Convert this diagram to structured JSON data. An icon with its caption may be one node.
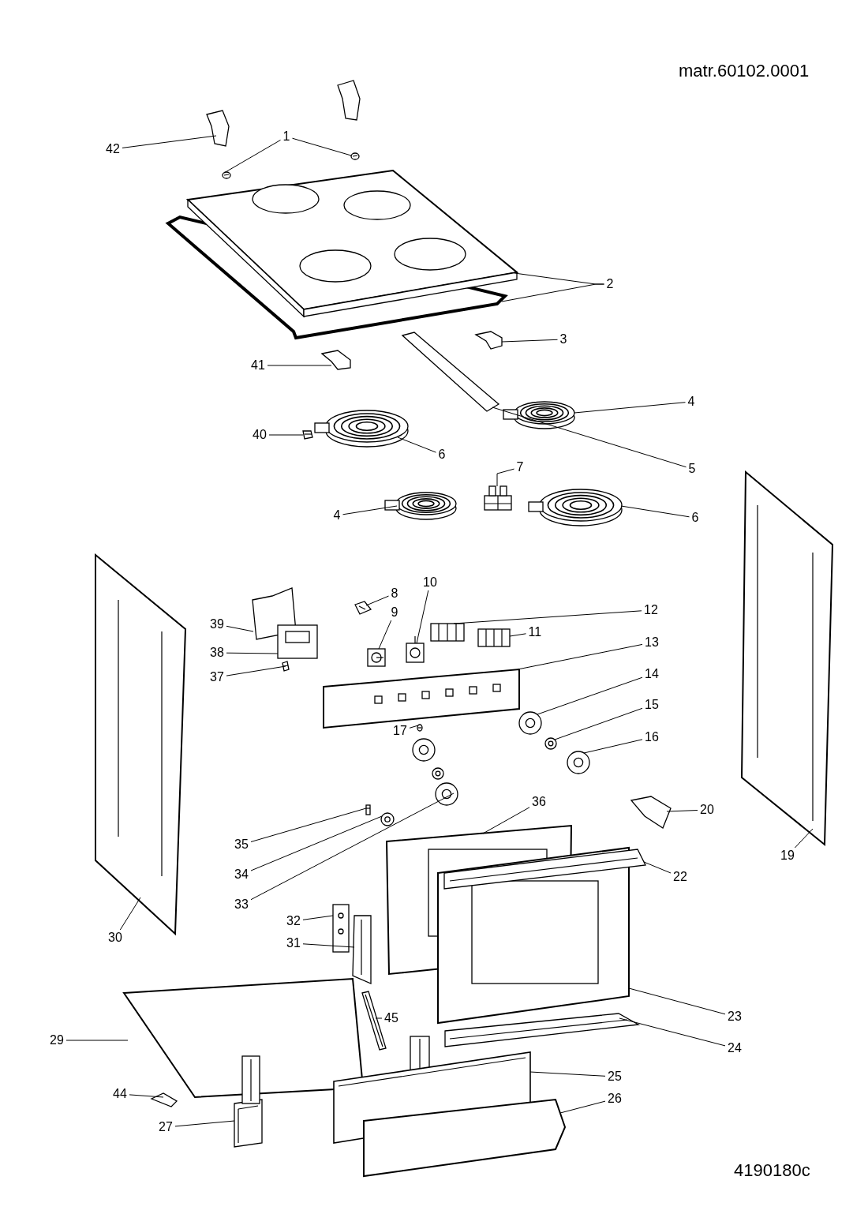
{
  "diagram": {
    "nodes": [
      {
        "text": [
          "42"
        ]
      },
      {
        "text": [
          "1"
        ]
      },
      {
        "text": [
          "2"
        ]
      },
      {
        "text": [
          "3"
        ]
      },
      {
        "text": [
          "41"
        ]
      },
      {
        "text": [
          "4"
        ]
      },
      {
        "text": [
          "40"
        ]
      },
      {
        "text": [
          "6"
        ]
      },
      {
        "text": [
          "5"
        ]
      },
      {
        "text": [
          "7"
        ]
      },
      {
        "text": [
          "4"
        ]
      },
      {
        "text": [
          "6"
        ]
      },
      {
        "text": [
          "10"
        ]
      },
      {
        "text": [
          "8"
        ]
      },
      {
        "text": [
          "12"
        ]
      },
      {
        "text": [
          "9"
        ]
      },
      {
        "text": [
          "39"
        ]
      },
      {
        "text": [
          "11"
        ]
      },
      {
        "text": [
          "13"
        ]
      },
      {
        "text": [
          "38"
        ]
      },
      {
        "text": [
          "37"
        ]
      },
      {
        "text": [
          "14"
        ]
      },
      {
        "text": [
          "15"
        ]
      },
      {
        "text": [
          "17"
        ]
      },
      {
        "text": [
          "16"
        ]
      },
      {
        "text": [
          "36"
        ]
      },
      {
        "text": [
          "20"
        ]
      },
      {
        "text": [
          "35"
        ]
      },
      {
        "text": [
          "34"
        ]
      },
      {
        "text": [
          "19"
        ]
      },
      {
        "text": [
          "22"
        ]
      },
      {
        "text": [
          "33"
        ]
      },
      {
        "text": [
          "30"
        ]
      },
      {
        "text": [
          "32"
        ]
      },
      {
        "text": [
          "31"
        ]
      },
      {
        "text": [
          "23"
        ]
      },
      {
        "text": [
          "45"
        ]
      },
      {
        "text": [
          "29"
        ]
      },
      {
        "text": [
          "24"
        ]
      },
      {
        "text": [
          "25"
        ]
      },
      {
        "text": [
          "44"
        ]
      },
      {
        "text": [
          "26"
        ]
      },
      {
        "text": [
          "27"
        ]
      },
      {
        "text": [],
        "shape": "picture"
      },
      {
        "text": [],
        "shape": "picture"
      },
      {
        "text": [],
        "shape": "picture"
      },
      {
        "text": [],
        "shape": "picture"
      },
      {
        "text": [],
        "shape": "picture"
      },
      {
        "text": [],
        "shape": "picture"
      },
      {
        "text": [],
        "shape": "picture"
      },
      {
        "text": [],
        "shape": "picture"
      },
      {
        "text": [],
        "shape": "picture"
      },
      {
        "text": [],
        "shape": "picture"
      },
      {
        "text": [],
        "shape": "picture"
      },
      {
        "text": [],
        "shape": "picture"
      },
      {
        "text": [],
        "shape": "picture"
      },
      {
        "text": [],
        "shape": "picture"
      },
      {
        "text": [],
        "shape": "picture"
      },
      {
        "text": [],
        "shape": "picture"
      },
      {
        "text": [],
        "shape": "picture"
      },
      {
        "text": [],
        "shape": "picture"
      },
      {
        "text": [],
        "shape": "picture"
      },
      {
        "text": [],
        "shape": "picture"
      },
      {
        "text": [],
        "shape": "picture"
      },
      {
        "text": [],
        "shape": "picture"
      },
      {
        "text": [],
        "shape": "picture"
      },
      {
        "text": [],
        "shape": "picture"
      },
      {
        "text": [],
        "shape": "picture"
      },
      {
        "text": [],
        "shape": "picture"
      },
      {
        "text": [],
        "shape": "picture"
      },
      {
        "text": [],
        "shape": "picture"
      },
      {
        "text": [],
        "shape": "picture"
      },
      {
        "text": [],
        "shape": "picture"
      },
      {
        "text": [],
        "shape": "picture"
      },
      {
        "text": [],
        "shape": "picture"
      },
      {
        "text": [],
        "shape": "picture"
      },
      {
        "text": [],
        "shape": "picture"
      },
      {
        "text": [],
        "shape": "picture"
      },
      {
        "text": [],
        "shape": "picture"
      },
      {
        "text": [],
        "shape": "picture"
      },
      {
        "text": [],
        "shape": "picture"
      },
      {
        "text": [],
        "shape": "picture"
      },
      {
        "text": [],
        "shape": "picture"
      },
      {
        "text": [],
        "shape": "picture"
      },
      {
        "text": [],
        "shape": "picture"
      },
      {
        "text": [],
        "shape": "picture"
      },
      {
        "text": [],
        "shape": "picture"
      },
      {
        "text": [],
        "shape": "picture"
      }
    ],
    "edges": [
      {
        "from": 0,
        "to": 43,
        "arrow": "none"
      },
      {
        "from": 1,
        "to": 44,
        "arrow": "none"
      },
      {
        "from": 1,
        "to": 45,
        "arrow": "none"
      },
      {
        "from": 2,
        "to": 46,
        "arrow": "none"
      },
      {
        "from": 2,
        "to": 47,
        "arrow": "none"
      },
      {
        "from": 3,
        "to": 48,
        "arrow": "none"
      },
      {
        "from": 4,
        "to": 49,
        "arrow": "none"
      },
      {
        "from": 5,
        "to": 50,
        "arrow": "none"
      },
      {
        "from": 6,
        "to": 51,
        "arrow": "none"
      },
      {
        "from": 7,
        "to": 52,
        "arrow": "none"
      },
      {
        "from": 8,
        "to": 53,
        "arrow": "none"
      },
      {
        "from": 9,
        "to": 54,
        "arrow": "none"
      },
      {
        "from": 10,
        "to": 55,
        "arrow": "none"
      },
      {
        "from": 11,
        "to": 56,
        "arrow": "none"
      },
      {
        "from": 12,
        "to": 57,
        "arrow": "none"
      },
      {
        "from": 13,
        "to": 58,
        "arrow": "none"
      },
      {
        "from": 14,
        "to": 59,
        "arrow": "none"
      },
      {
        "from": 15,
        "to": 60,
        "arrow": "none"
      },
      {
        "from": 16,
        "to": 61,
        "arrow": "none"
      },
      {
        "from": 17,
        "to": 62,
        "arrow": "none"
      },
      {
        "from": 18,
        "to": 63,
        "arrow": "none"
      },
      {
        "from": 19,
        "to": 64,
        "arrow": "none"
      },
      {
        "from": 20,
        "to": 65,
        "arrow": "none"
      },
      {
        "from": 21,
        "to": 66,
        "arrow": "none"
      },
      {
        "from": 22,
        "to": 67,
        "arrow": "none"
      },
      {
        "from": 23,
        "to": 68,
        "arrow": "none"
      },
      {
        "from": 24,
        "to": 69,
        "arrow": "none"
      },
      {
        "from": 25,
        "to": 70,
        "arrow": "none"
      },
      {
        "from": 26,
        "to": 71,
        "arrow": "none"
      },
      {
        "from": 27,
        "to": 72,
        "arrow": "none"
      },
      {
        "from": 28,
        "to": 73,
        "arrow": "none"
      },
      {
        "from": 29,
        "to": 74,
        "arrow": "none"
      },
      {
        "from": 30,
        "to": 75,
        "arrow": "none"
      },
      {
        "from": 31,
        "to": 76,
        "arrow": "none"
      },
      {
        "from": 32,
        "to": 77,
        "arrow": "none"
      },
      {
        "from": 33,
        "to": 78,
        "arrow": "none"
      },
      {
        "from": 34,
        "to": 79,
        "arrow": "none"
      },
      {
        "from": 35,
        "to": 80,
        "arrow": "none"
      },
      {
        "from": 36,
        "to": 81,
        "arrow": "none"
      },
      {
        "from": 37,
        "to": 82,
        "arrow": "none"
      },
      {
        "from": 38,
        "to": 83,
        "arrow": "none"
      },
      {
        "from": 39,
        "to": 84,
        "arrow": "none"
      },
      {
        "from": 40,
        "to": 85,
        "arrow": "none"
      },
      {
        "from": 41,
        "to": 86,
        "arrow": "none"
      },
      {
        "from": 42,
        "to": 87,
        "arrow": "none"
      }
    ],
    "labels": [
      "matr.60102.0001",
      "4190180c"
    ]
  }
}
